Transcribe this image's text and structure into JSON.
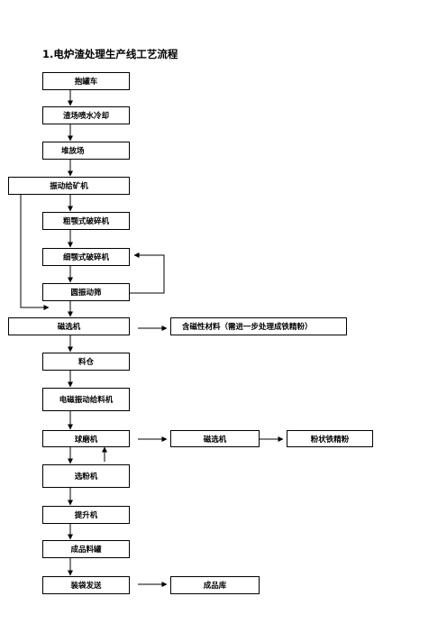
{
  "title": "1.电炉渣处理生产线工艺流程",
  "nodes": {
    "tank_truck": "抱罐车",
    "spray_cooling": "渣场喷水冷却",
    "storage_yard": "堆放场",
    "vibrating_feeder": "振动给矿机",
    "coarse_jaw_crusher": "粗颚式破碎机",
    "fine_jaw_crusher": "细颚式破碎机",
    "circular_screen": "圆振动筛",
    "magnetic_separator_1": "磁选机",
    "magnetic_material": "含磁性材料（需进一步处理成铁精粉）",
    "silo": "料仓",
    "electromagnetic_feeder": "电磁振动给料机",
    "ball_mill": "球磨机",
    "magnetic_separator_2": "磁选机",
    "iron_powder": "粉状铁精粉",
    "powder_separator": "选粉机",
    "elevator": "提升机",
    "product_tank": "成品料罐",
    "bagging": "装袋发送",
    "warehouse": "成品库"
  }
}
